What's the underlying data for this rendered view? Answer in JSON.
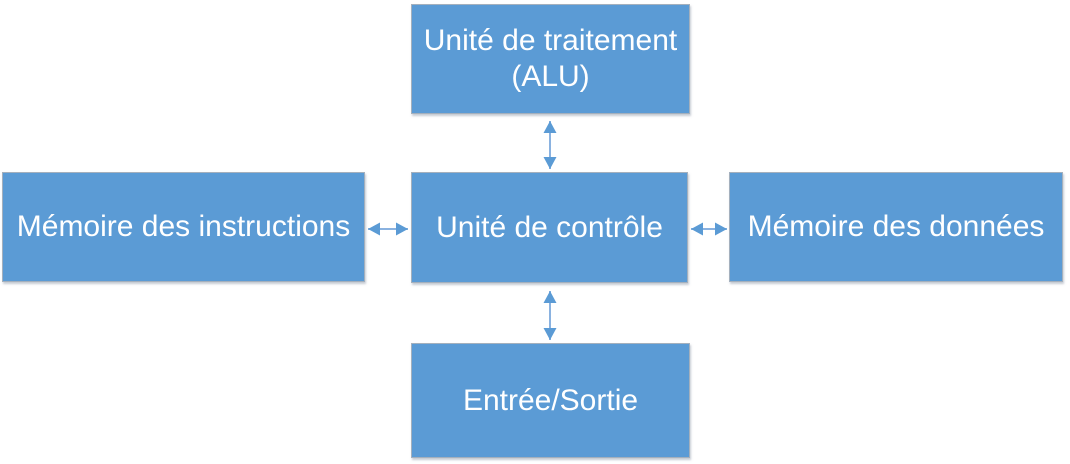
{
  "diagram": {
    "type": "block-diagram",
    "language": "fr",
    "nodes": {
      "alu": {
        "label": "Unité de traitement (ALU)"
      },
      "memory_instructions": {
        "label": "Mémoire des instructions"
      },
      "control_unit": {
        "label": "Unité de contrôle"
      },
      "memory_data": {
        "label": "Mémoire des données"
      },
      "io": {
        "label": "Entrée/Sortie"
      }
    },
    "edges": [
      {
        "from": "control_unit",
        "to": "alu",
        "bidirectional": true
      },
      {
        "from": "control_unit",
        "to": "memory_instructions",
        "bidirectional": true
      },
      {
        "from": "control_unit",
        "to": "memory_data",
        "bidirectional": true
      },
      {
        "from": "control_unit",
        "to": "io",
        "bidirectional": true
      }
    ]
  },
  "colors": {
    "box_fill": "#5b9bd5",
    "box_border": "#a4b0bd",
    "arrow_shaft": "#8ab2e0",
    "arrow_head": "#5b9bd5",
    "text": "#ffffff",
    "background": "#ffffff"
  }
}
